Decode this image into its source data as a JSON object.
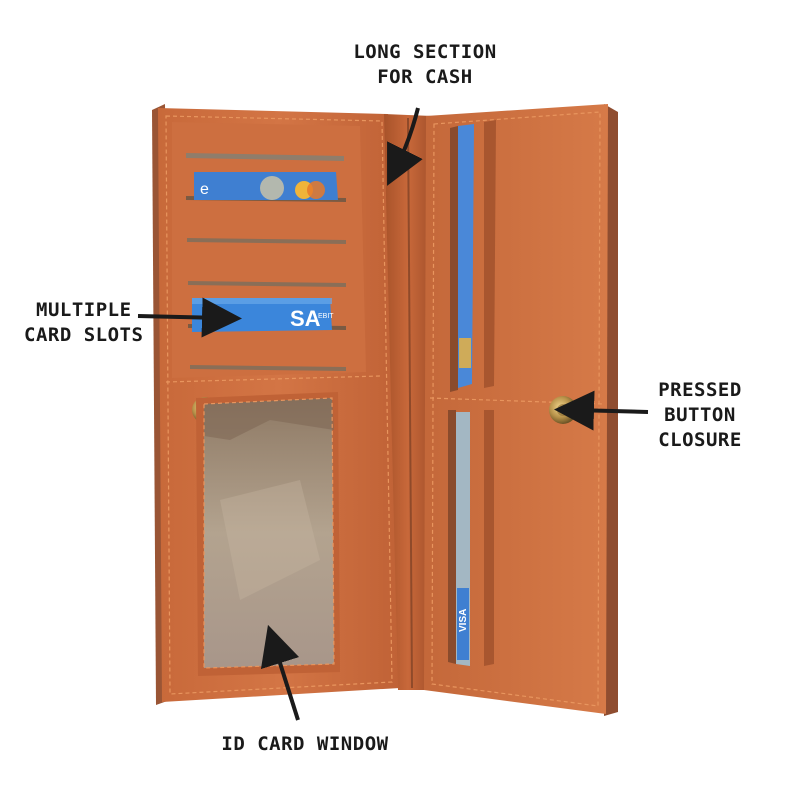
{
  "annotations": {
    "cash": {
      "line1": "LONG SECTION",
      "line2": "FOR CASH"
    },
    "cards": {
      "line1": "MULTIPLE",
      "line2": "CARD SLOTS"
    },
    "button": {
      "line1": "PRESSED",
      "line2": "BUTTON",
      "line3": "CLOSURE"
    },
    "window": {
      "line1": "ID CARD WINDOW"
    }
  },
  "card_text": {
    "top_card": "e",
    "middle_card": "SA",
    "middle_card_small": "EBIT",
    "right_card": "VISA"
  },
  "colors": {
    "leather": "#d0713f",
    "leather_dark": "#b35c30",
    "leather_shadow": "#8f4a2a",
    "card_blue": "#3f7fd1",
    "window_fill": "#a99783",
    "snap_gold": "#b8934a",
    "ink": "#1a1a1a"
  }
}
